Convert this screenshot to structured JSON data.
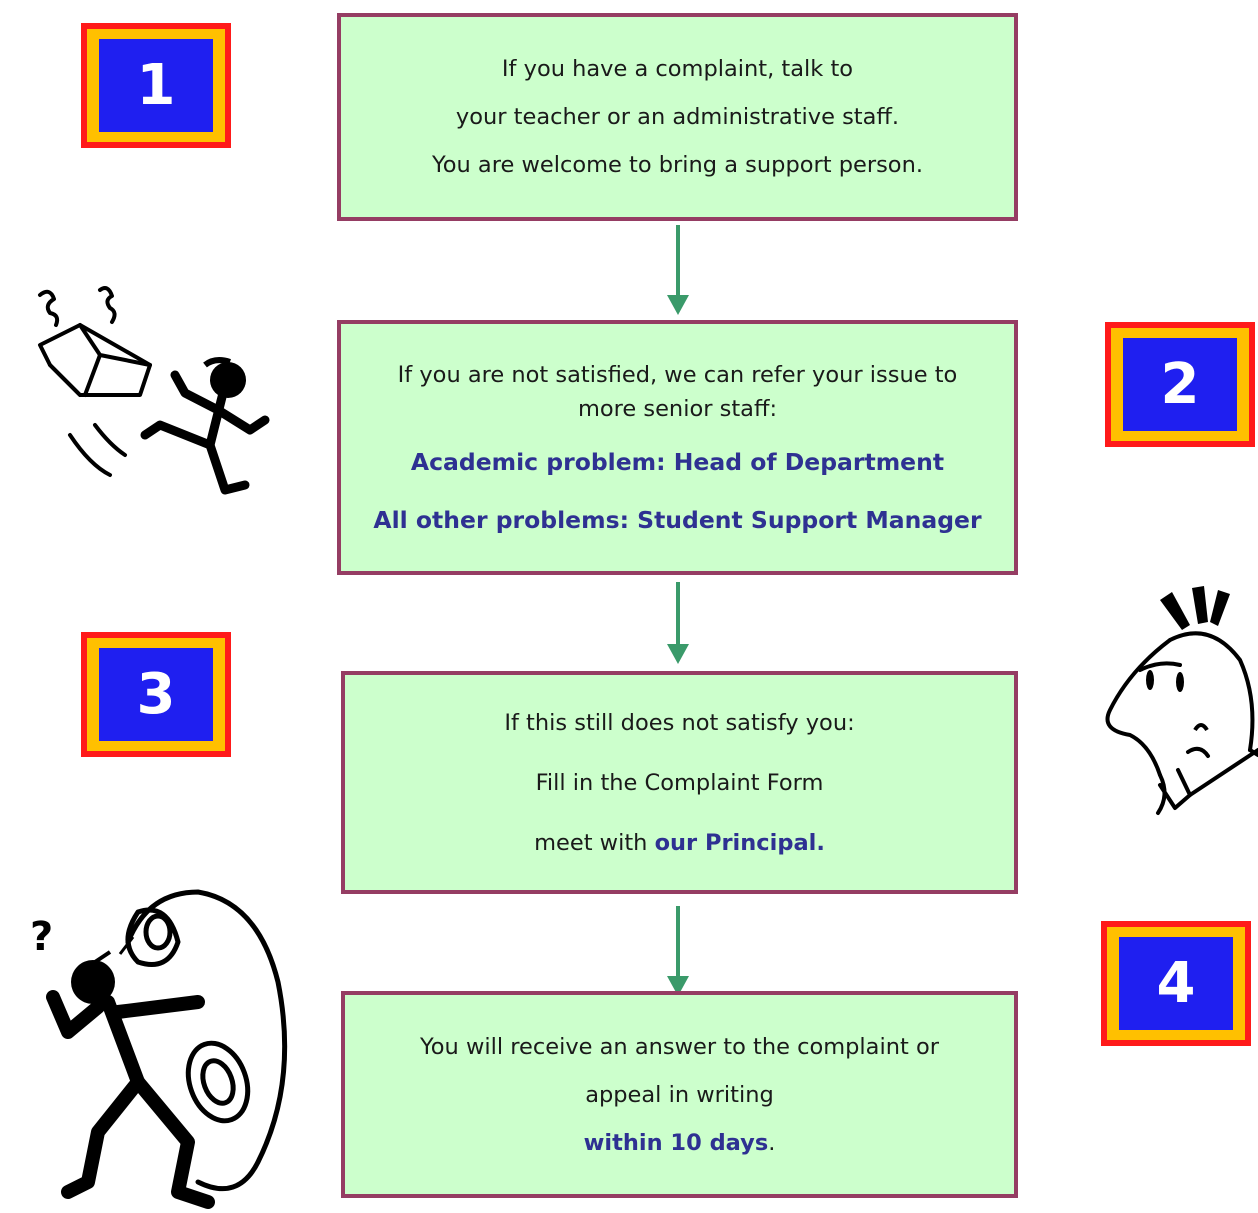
{
  "badges": {
    "b1": "1",
    "b2": "2",
    "b3": "3",
    "b4": "4"
  },
  "step1": {
    "line1": "If you have a complaint, talk to",
    "line2": "your teacher or an administrative staff.",
    "line3": "You are welcome to bring a support person."
  },
  "step2": {
    "line1": "If you are not satisfied, we can refer your issue to",
    "line2": "more senior staff:",
    "line3": "Academic problem: Head of Department",
    "line4": "All other problems: Student Support Manager"
  },
  "step3": {
    "line1": "If this still does not satisfy you:",
    "line2": "Fill in the Complaint Form",
    "line3_prefix": "meet with ",
    "line3_highlight": "our Principal."
  },
  "step4": {
    "line1": "You will receive an answer to the complaint or",
    "line2": "appeal in writing",
    "line3_highlight": "within 10 days",
    "line3_suffix": "."
  },
  "colors": {
    "box_fill": "#ccffcc",
    "box_border": "#953d63",
    "highlight_text": "#2e3192",
    "arrow": "#3a9a6a",
    "badge_outer": "#ff1a1a",
    "badge_ring": "#ffc000",
    "badge_inner": "#1f1ff0"
  },
  "icons": {
    "clip1": "kicking-box-figure-icon",
    "clip2": "angry-man-face-icon",
    "clip3": "confused-figure-with-phone-icon"
  }
}
